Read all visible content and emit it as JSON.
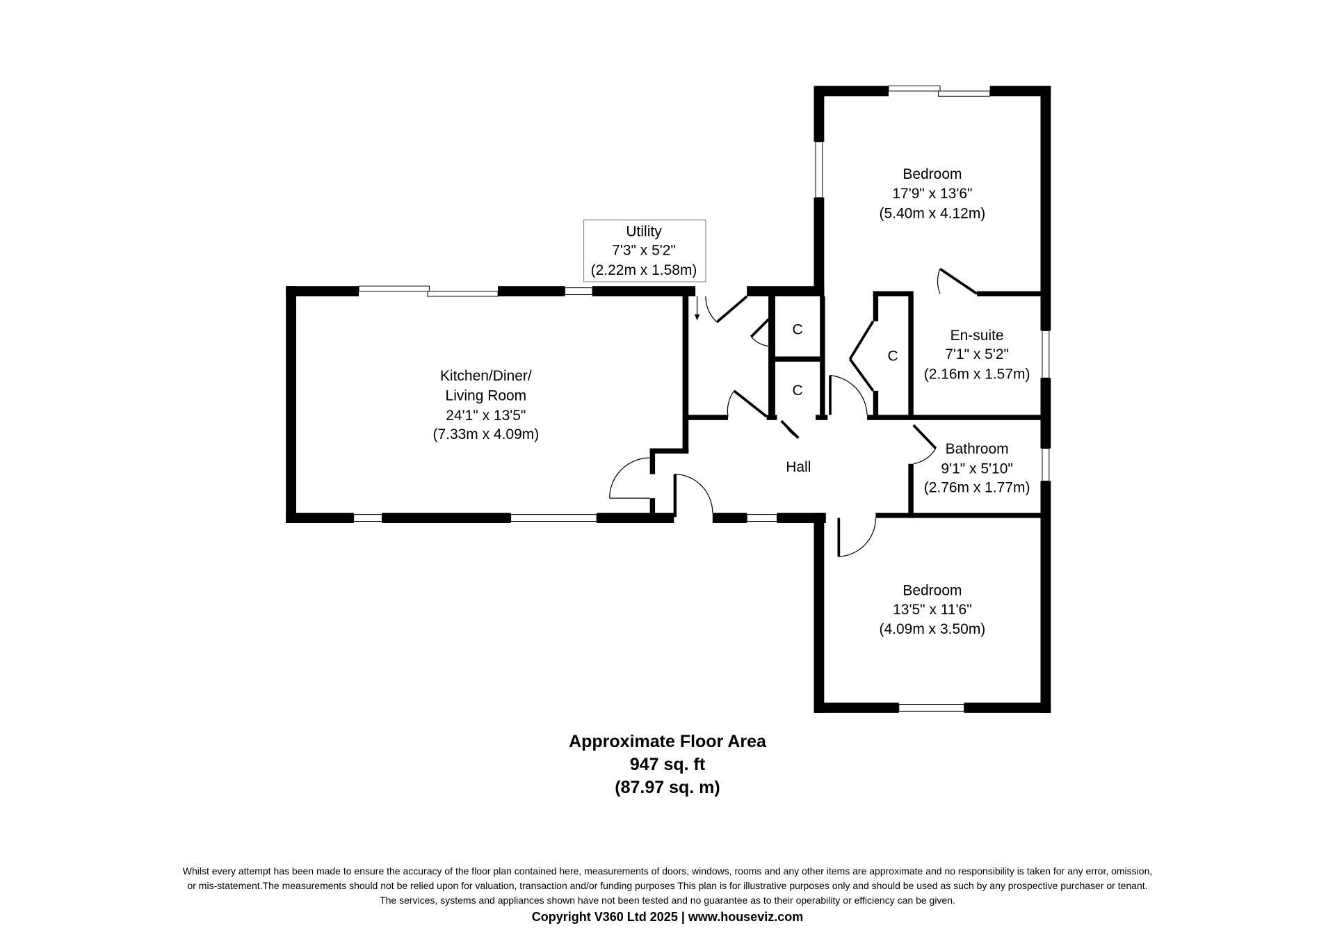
{
  "rooms": {
    "kitchen": {
      "name1": "Kitchen/Diner/",
      "name2": "Living Room",
      "imperial": "24'1\" x 13'5\"",
      "metric": "(7.33m x 4.09m)"
    },
    "utility": {
      "name": "Utility",
      "imperial": "7'3\" x 5'2\"",
      "metric": "(2.22m x 1.58m)"
    },
    "bedroom1": {
      "name": "Bedroom",
      "imperial": "17'9\" x 13'6\"",
      "metric": "(5.40m x 4.12m)"
    },
    "ensuite": {
      "name": "En-suite",
      "imperial": "7'1\" x 5'2\"",
      "metric": "(2.16m x 1.57m)"
    },
    "bathroom": {
      "name": "Bathroom",
      "imperial": "9'1\" x 5'10\"",
      "metric": "(2.76m x 1.77m)"
    },
    "bedroom2": {
      "name": "Bedroom",
      "imperial": "13'5\" x 11'6\"",
      "metric": "(4.09m x 3.50m)"
    },
    "hall": {
      "name": "Hall"
    },
    "cupboard_label": "C"
  },
  "floor_area": {
    "title": "Approximate Floor Area",
    "imperial": "947 sq. ft",
    "metric": "(87.97 sq. m)"
  },
  "disclaimer": {
    "line1": "Whilst every attempt has been made to ensure the accuracy of the floor plan contained here, measurements of doors, windows, rooms and any other items are approximate and no responsibility is taken for any error, omission,",
    "line2": "or mis-statement.The measurements should not be relied upon for valuation, transaction and/or funding purposes This plan is for illustrative purposes only and should be used as such by any prospective purchaser or tenant.",
    "line3": "The services, systems and appliances shown have not been tested and no guarantee as to their operability or efficiency can be given.",
    "copyright": "Copyright V360 Ltd 2025 | www.houseviz.com"
  }
}
